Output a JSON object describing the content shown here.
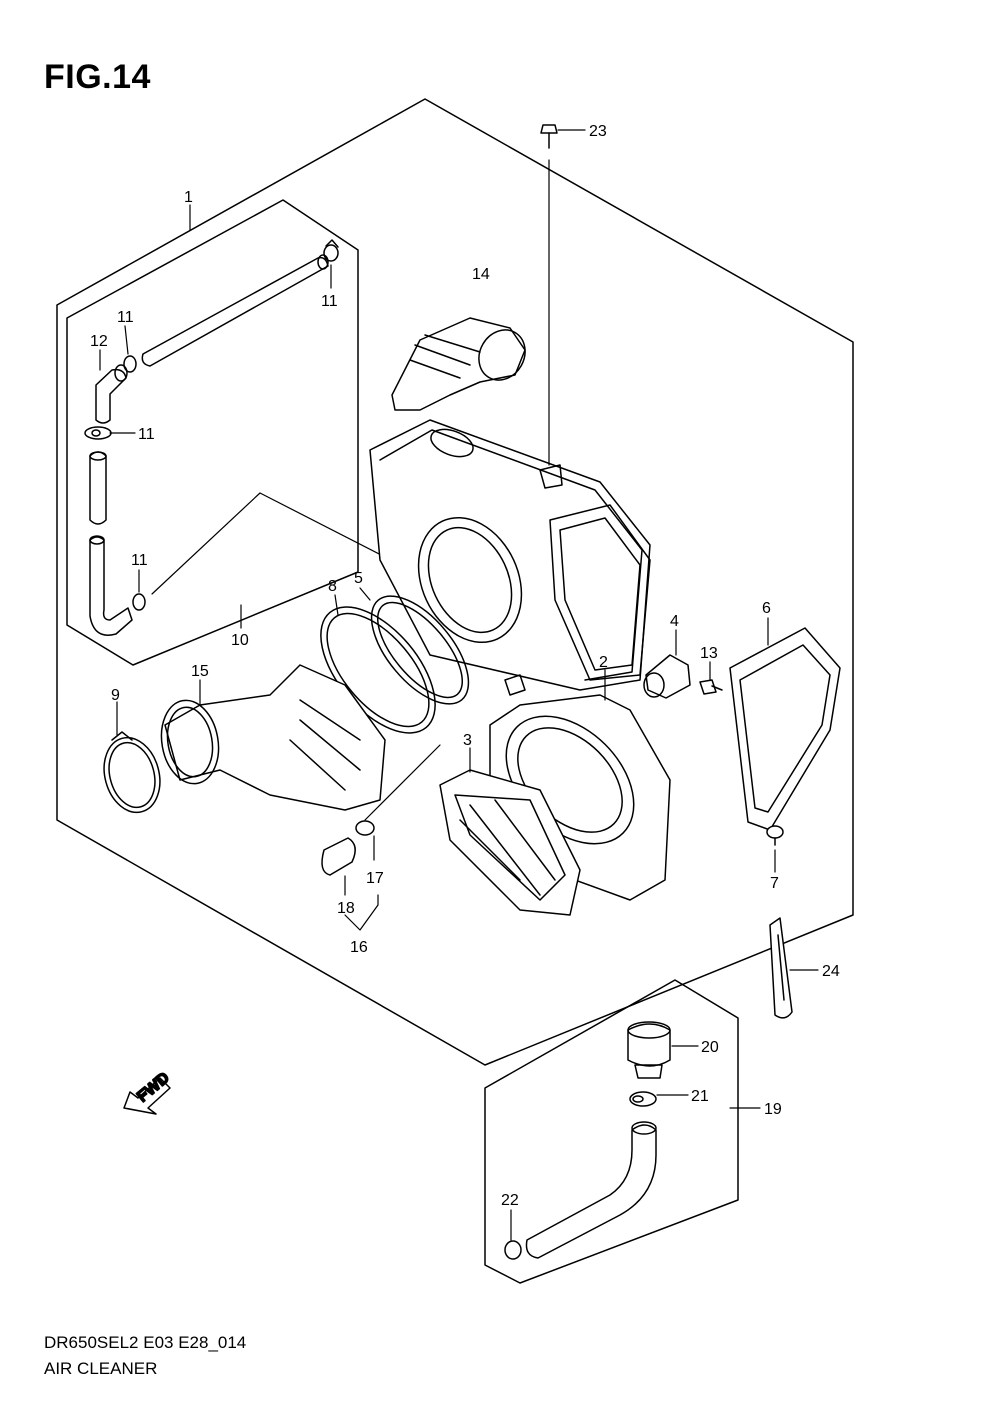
{
  "figure": {
    "title": "FIG.14",
    "model_code": "DR650SEL2 E03 E28_014",
    "section_name": "AIR CLEANER",
    "fwd_label": "FWD"
  },
  "callouts": [
    "1",
    "2",
    "3",
    "4",
    "5",
    "6",
    "7",
    "8",
    "9",
    "10",
    "11",
    "11",
    "11",
    "11",
    "12",
    "13",
    "14",
    "15",
    "16",
    "17",
    "18",
    "19",
    "20",
    "21",
    "22",
    "23",
    "24"
  ]
}
